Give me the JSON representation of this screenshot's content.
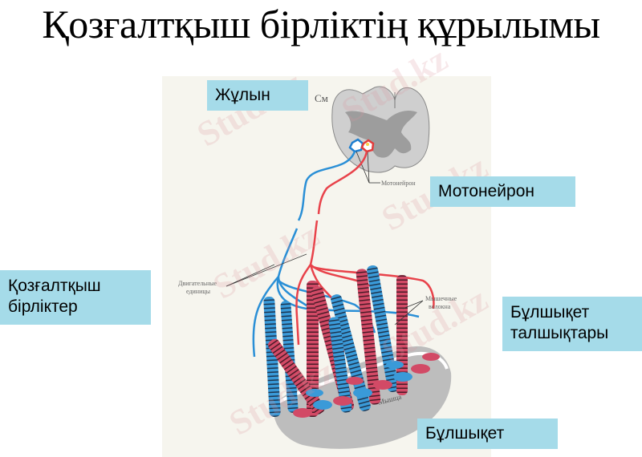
{
  "slide": {
    "title": "Қозғалтқыш бірліктің құрылымы",
    "labels": {
      "spinal_cord": "Жұлын",
      "motoneuron": "Мотонейрон",
      "motor_units_line1": "Қозғалтқыш",
      "motor_units_line2": "бірліктер",
      "muscle_fibers_line1": "Бұлшықет",
      "muscle_fibers_line2": "талшықтары",
      "muscle": "Бұлшықет"
    },
    "figure": {
      "cm_label": "См",
      "motoneuron_ru": "Мотонейрон",
      "motor_units_ru_line1": "Двигательные",
      "motor_units_ru_line2": "единицы",
      "muscle_fibers_ru_line1": "Мышечные",
      "muscle_fibers_ru_line2": "волокна",
      "muscle_ru": "Мышца"
    },
    "watermark": "Stud.kz",
    "colors": {
      "label_bg": "#a5dbe9",
      "nerve_blue": "#2a8fd6",
      "nerve_red": "#e8424a",
      "fiber_blue": "#3a9ad8",
      "fiber_red": "#d24a66"
    }
  }
}
